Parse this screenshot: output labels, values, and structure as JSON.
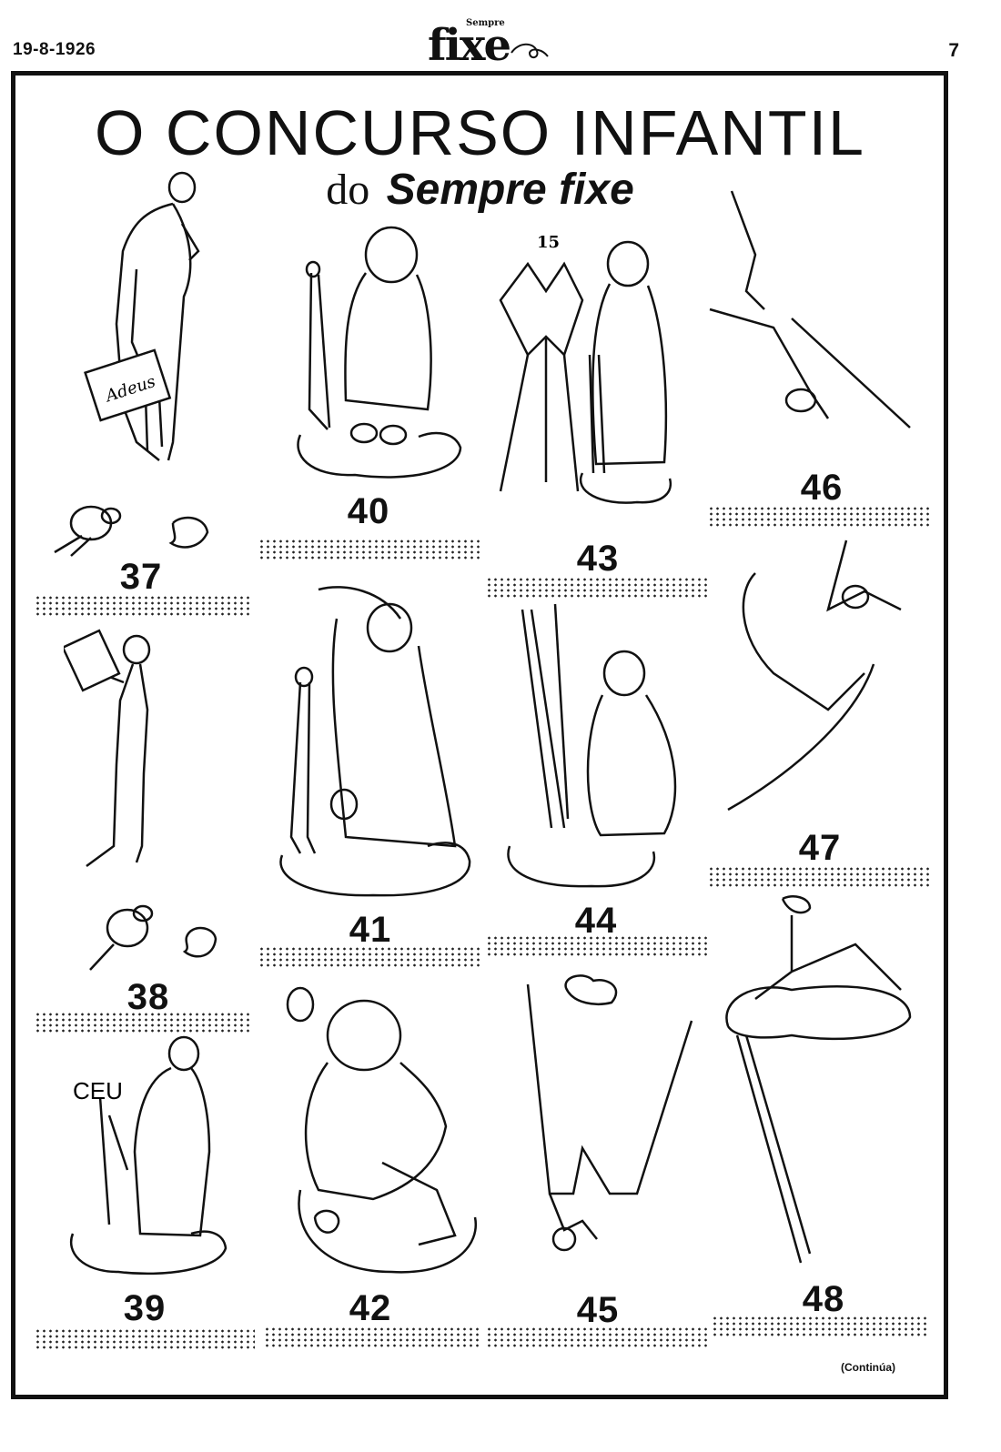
{
  "header": {
    "date": "19-8-1926",
    "page_number": "7",
    "masthead_small": "Sempre",
    "masthead_big": "fixe"
  },
  "title": "O CONCURSO INFANTIL",
  "subtitle": {
    "prefix": "do",
    "name": "Sempre fixe"
  },
  "entries": [
    {
      "number": "37"
    },
    {
      "number": "38"
    },
    {
      "number": "39"
    },
    {
      "number": "40"
    },
    {
      "number": "41"
    },
    {
      "number": "42"
    },
    {
      "number": "43"
    },
    {
      "number": "44"
    },
    {
      "number": "45"
    },
    {
      "number": "46"
    },
    {
      "number": "47"
    },
    {
      "number": "48"
    }
  ],
  "figure_labels": {
    "adeus": "Adeus",
    "ceu": "CEU",
    "fifteen": "15"
  },
  "footer": {
    "continua": "(Continúa)"
  }
}
